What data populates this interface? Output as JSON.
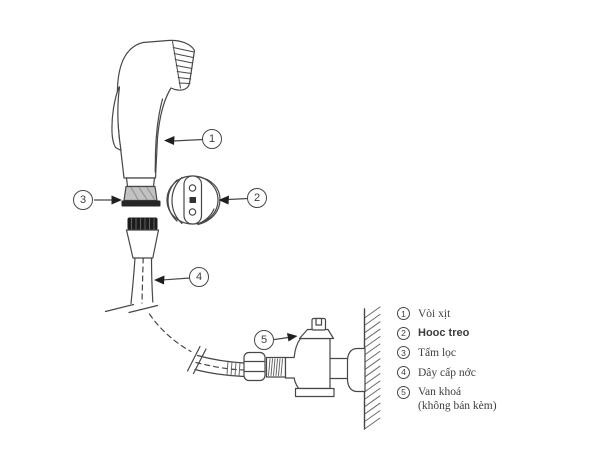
{
  "diagram": {
    "callouts": [
      "1",
      "2",
      "3",
      "4",
      "5"
    ],
    "legend": {
      "items": [
        {
          "num": "1",
          "label": "Vòi xịt"
        },
        {
          "num": "2",
          "label": "Hooc treo"
        },
        {
          "num": "3",
          "label": "Tấm lọc"
        },
        {
          "num": "4",
          "label": "Dây cấp nớc"
        },
        {
          "num": "5",
          "label": "Van khoá",
          "note": "(không bán kèm)"
        }
      ]
    },
    "colors": {
      "line": "#474747",
      "dark_fill": "#1f1f1f",
      "filter_gray": "#c2c2c2",
      "background": "#ffffff"
    }
  }
}
